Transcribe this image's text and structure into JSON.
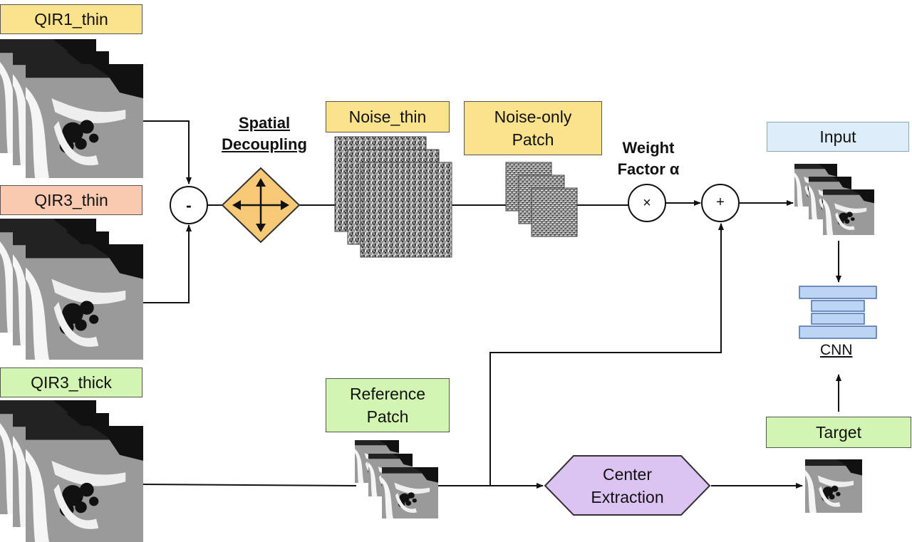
{
  "colors": {
    "yellow": "#fbe28c",
    "salmon": "#f9c9b0",
    "green": "#d2f5b3",
    "blue": "#ddeefa",
    "hexagon": "#dcc4f2",
    "diamond": "#f7c977",
    "cnn_layer": "#bcd5f5"
  },
  "inputs": {
    "qir1_thin": "QIR1_thin",
    "qir3_thin": "QIR3_thin",
    "qir3_thick": "QIR3_thick"
  },
  "ops": {
    "subtract": "-",
    "multiply": "×",
    "add": "+"
  },
  "spatial_decoupling": {
    "line1": "Spatial",
    "line2": "Decoupling"
  },
  "noise_thin": "Noise_thin",
  "noise_only_patch": {
    "line1": "Noise-only",
    "line2": "Patch"
  },
  "weight_factor": {
    "line1": "Weight",
    "line2": "Factor α"
  },
  "input": "Input",
  "cnn": "CNN",
  "reference_patch": {
    "line1": "Reference",
    "line2": "Patch"
  },
  "center_extraction": {
    "line1": "Center",
    "line2": "Extraction"
  },
  "target": "Target"
}
